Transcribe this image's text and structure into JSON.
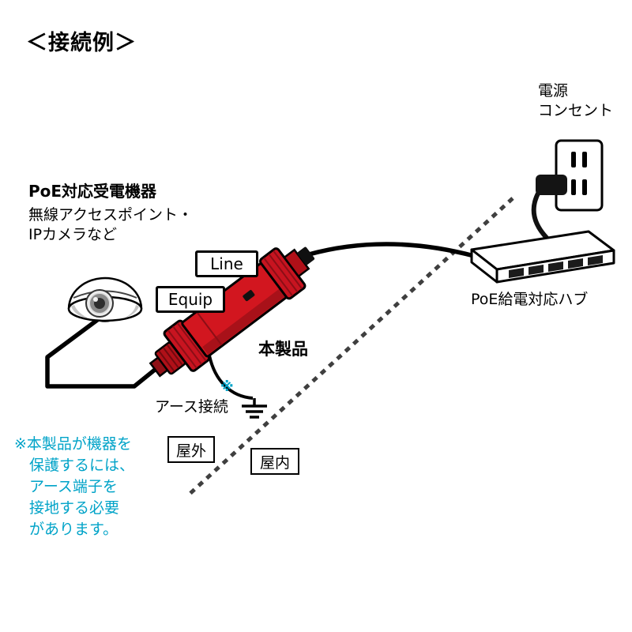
{
  "title": "＜接続例＞",
  "outlet": {
    "label_line1": "電源",
    "label_line2": "コンセント"
  },
  "hub": {
    "label": "PoE給電対応ハブ"
  },
  "device": {
    "label": "本製品",
    "port_line": "Line",
    "port_equip": "Equip"
  },
  "powered_device": {
    "heading": "PoE対応受電機器",
    "desc_line1": "無線アクセスポイント・",
    "desc_line2": "IPカメラなど"
  },
  "ground": {
    "asterisk": "※",
    "label": "アース接続"
  },
  "zones": {
    "outdoor": "屋外",
    "indoor": "屋内"
  },
  "note": {
    "lines": [
      "※本製品が機器を",
      "保護するには、",
      "アース端子を",
      "接地する必要",
      "があります。"
    ]
  },
  "colors": {
    "product_red": "#d2161f",
    "product_red_dark": "#a81119",
    "accent_cyan": "#00a3c8",
    "line_black": "#000000"
  }
}
